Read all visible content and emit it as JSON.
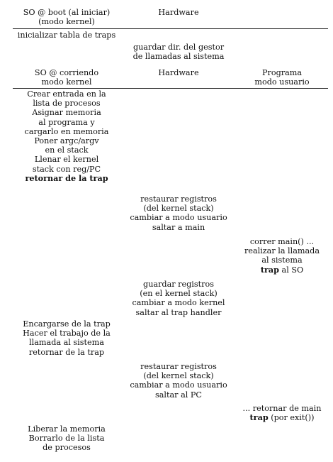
{
  "section1": {
    "col_os_header": [
      "SO @ boot (al iniciar)",
      "(modo kernel)"
    ],
    "col_hw_header": [
      "Hardware"
    ],
    "os_lines": [
      "inicializar tabla de traps"
    ],
    "hw_lines": [
      "guardar dir. del gestor",
      "de llamadas al sistema"
    ]
  },
  "section2": {
    "col_os_header": [
      "SO @ corriendo",
      "modo kernel"
    ],
    "col_hw_header": [
      "Hardware"
    ],
    "col_prog_header": [
      "Programa",
      "modo usuario"
    ]
  },
  "block_os_1": {
    "lines": [
      "Crear entrada en la",
      "lista de procesos",
      "Asignar memoria",
      "al programa y",
      "cargarlo en memoria",
      "Poner argc/argv",
      "en el stack",
      "Llenar el kernel",
      "stack con reg/PC"
    ],
    "bold_line": "retornar de la trap"
  },
  "block_hw_1": {
    "lines": [
      "restaurar registros",
      "(del kernel stack)",
      "cambiar a modo usuario",
      "saltar a main"
    ]
  },
  "block_prog_1": {
    "lines": [
      "correr main() ...",
      "realizar la llamada",
      "al sistema"
    ],
    "bold_word": "trap",
    "tail": " al SO"
  },
  "block_hw_2": {
    "lines": [
      "guardar registros",
      "(en el kernel stack)",
      "cambiar a modo kernel",
      "saltar al trap handler"
    ]
  },
  "block_os_2": {
    "lines": [
      "Encargarse de la trap",
      "Hacer el trabajo de la",
      "llamada al sistema",
      "retornar de la trap"
    ]
  },
  "block_hw_3": {
    "lines": [
      "restaurar registros",
      "(del kernel stack)",
      "cambiar a modo usuario",
      "saltar al PC"
    ]
  },
  "block_prog_2": {
    "line1": "... retornar de main",
    "bold_word": "trap",
    "tail": " (por exit())"
  },
  "block_os_3": {
    "lines": [
      "Liberar la memoria",
      "Borrarlo de la lista",
      "de procesos"
    ]
  }
}
